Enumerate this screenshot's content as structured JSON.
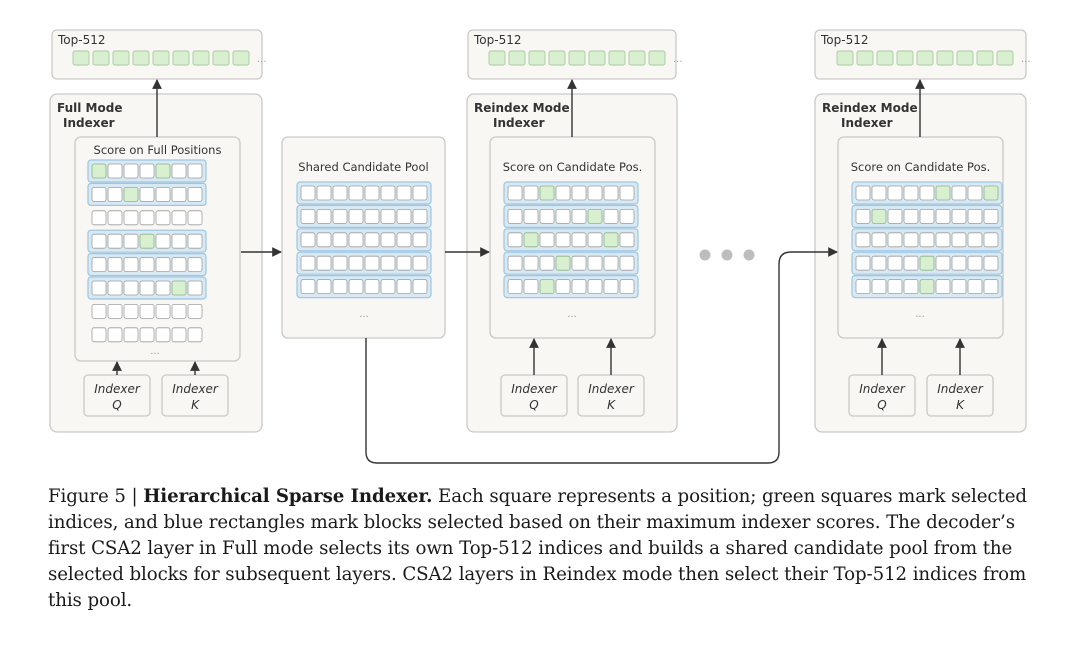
{
  "top_label": "Top-512",
  "full_indexer": {
    "title_line1": "Full Mode",
    "title_line2": "Indexer",
    "score_title": "Score on Full Positions",
    "q_line1": "Indexer",
    "q_line2": "Q",
    "k_line1": "Indexer",
    "k_line2": "K"
  },
  "pool": {
    "title": "Shared Candidate Pool"
  },
  "reindex1": {
    "title_line1": "Reindex Mode",
    "title_line2": "Indexer",
    "score_title": "Score on Candidate Pos.",
    "q_line1": "Indexer",
    "q_line2": "Q",
    "k_line1": "Indexer",
    "k_line2": "K"
  },
  "reindex2": {
    "title_line1": "Reindex Mode",
    "title_line2": "Indexer",
    "score_title": "Score on Candidate Pos.",
    "q_line1": "Indexer",
    "q_line2": "Q",
    "k_line1": "Indexer",
    "k_line2": "K"
  },
  "ellipsis": "...",
  "caption": {
    "prefix": "Figure 5 | ",
    "bold": "Hierarchical Sparse Indexer.",
    "body": " Each square represents a position; green squares mark selected indices, and blue rectangles mark blocks selected based on their maximum indexer scores. The decoder’s first CSA2 layer in Full mode selects its own Top-512 indices and builds a shared candidate pool from the selected blocks for subsequent layers. CSA2 layers in Reindex mode then select their Top-512 indices from this pool."
  },
  "colors": {
    "panel_bg": "#f8f7f4",
    "panel_border": "#c9c9c6",
    "block_bg": "#d8e9f4",
    "block_border": "#9cc6e2",
    "selected_cell": "#d8efd0",
    "cell_border": "#9d9d9d",
    "arrow": "#333333"
  }
}
